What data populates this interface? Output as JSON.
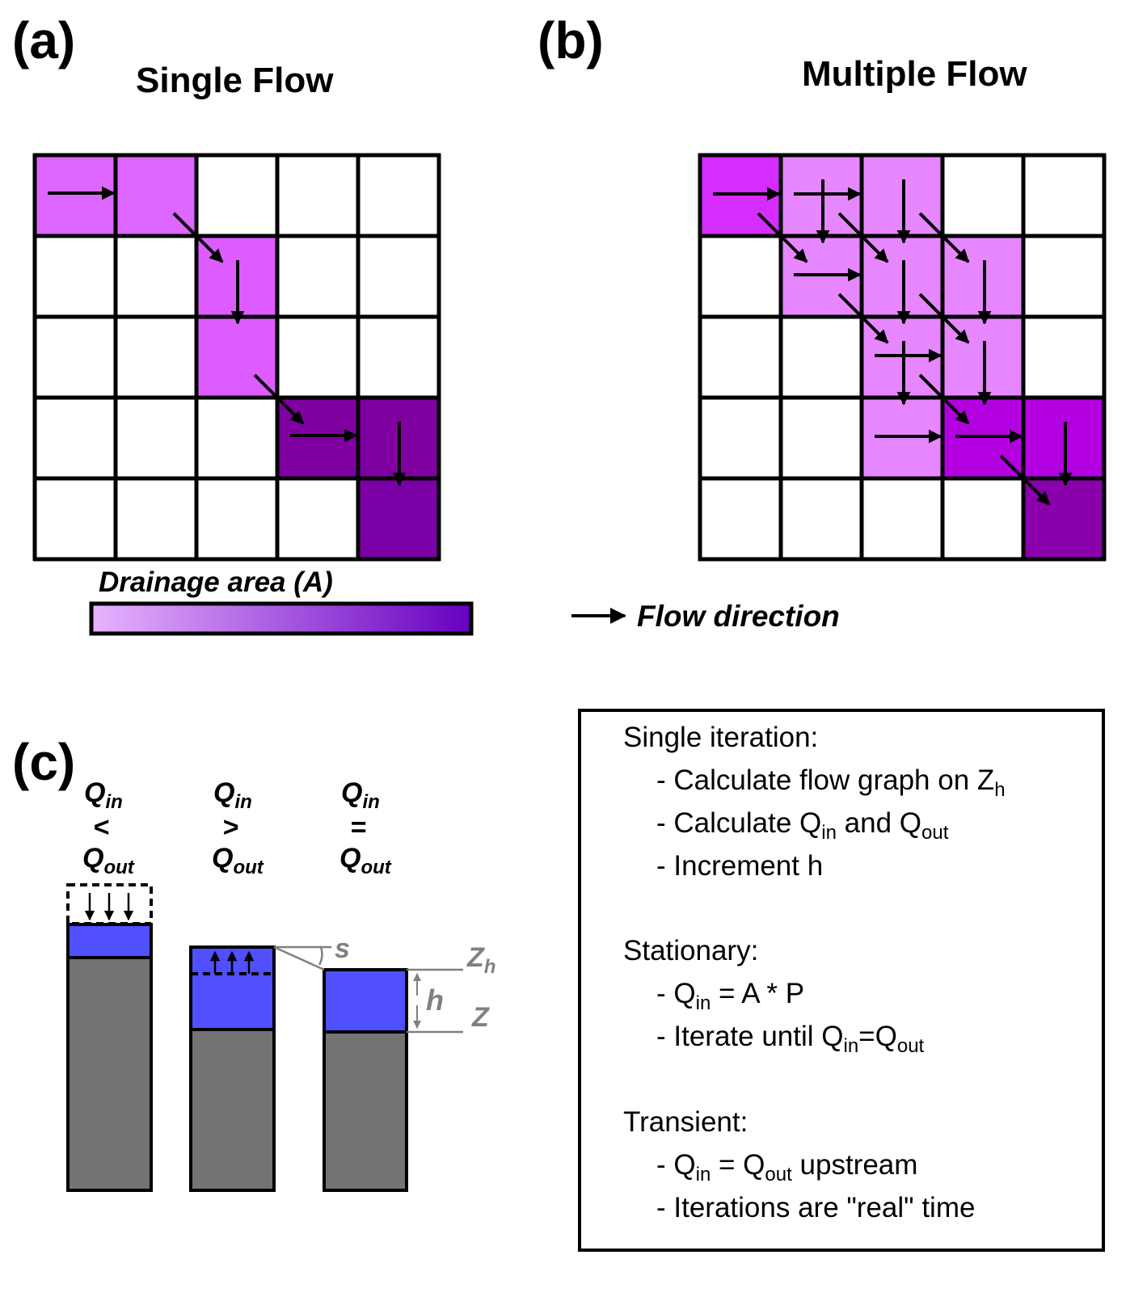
{
  "panel_a": {
    "label": "(a)",
    "title": "Single Flow",
    "cells": [
      {
        "r": 0,
        "c": 0,
        "fill": "#dc66ff"
      },
      {
        "r": 0,
        "c": 1,
        "fill": "#dc66ff"
      },
      {
        "r": 1,
        "c": 2,
        "fill": "#dc5cff"
      },
      {
        "r": 2,
        "c": 2,
        "fill": "#dc5cff"
      },
      {
        "r": 3,
        "c": 3,
        "fill": "#7f00a0"
      },
      {
        "r": 3,
        "c": 4,
        "fill": "#7f00a0"
      },
      {
        "r": 4,
        "c": 4,
        "fill": "#7a00a6"
      }
    ],
    "arrows": [
      {
        "from": [
          0,
          0
        ],
        "dir": "E"
      },
      {
        "from": [
          0,
          1
        ],
        "dir": "SE"
      },
      {
        "from": [
          1,
          2
        ],
        "dir": "S"
      },
      {
        "from": [
          2,
          2
        ],
        "dir": "SE"
      },
      {
        "from": [
          3,
          3
        ],
        "dir": "E"
      },
      {
        "from": [
          3,
          4
        ],
        "dir": "S"
      }
    ]
  },
  "panel_b": {
    "label": "(b)",
    "title": "Multiple Flow",
    "cells": [
      {
        "r": 0,
        "c": 0,
        "fill": "#d52cff"
      },
      {
        "r": 0,
        "c": 1,
        "fill": "#e687ff"
      },
      {
        "r": 0,
        "c": 2,
        "fill": "#e687ff"
      },
      {
        "r": 1,
        "c": 1,
        "fill": "#e687ff"
      },
      {
        "r": 1,
        "c": 2,
        "fill": "#e687ff"
      },
      {
        "r": 1,
        "c": 3,
        "fill": "#e687ff"
      },
      {
        "r": 2,
        "c": 2,
        "fill": "#e687ff"
      },
      {
        "r": 2,
        "c": 3,
        "fill": "#e687ff"
      },
      {
        "r": 3,
        "c": 2,
        "fill": "#e687ff"
      },
      {
        "r": 3,
        "c": 3,
        "fill": "#b300e0"
      },
      {
        "r": 3,
        "c": 4,
        "fill": "#b300e0"
      },
      {
        "r": 4,
        "c": 4,
        "fill": "#8a00ad"
      }
    ],
    "arrows": [
      {
        "from": [
          0,
          0
        ],
        "dir": "E"
      },
      {
        "from": [
          0,
          0
        ],
        "dir": "SE"
      },
      {
        "from": [
          0,
          1
        ],
        "dir": "E"
      },
      {
        "from": [
          0,
          1
        ],
        "dir": "S"
      },
      {
        "from": [
          0,
          1
        ],
        "dir": "SE"
      },
      {
        "from": [
          0,
          2
        ],
        "dir": "S"
      },
      {
        "from": [
          0,
          2
        ],
        "dir": "SE"
      },
      {
        "from": [
          1,
          1
        ],
        "dir": "E"
      },
      {
        "from": [
          1,
          1
        ],
        "dir": "SE"
      },
      {
        "from": [
          1,
          2
        ],
        "dir": "S"
      },
      {
        "from": [
          1,
          2
        ],
        "dir": "SE"
      },
      {
        "from": [
          1,
          3
        ],
        "dir": "S"
      },
      {
        "from": [
          2,
          2
        ],
        "dir": "E"
      },
      {
        "from": [
          2,
          2
        ],
        "dir": "S"
      },
      {
        "from": [
          2,
          2
        ],
        "dir": "SE"
      },
      {
        "from": [
          2,
          3
        ],
        "dir": "S"
      },
      {
        "from": [
          3,
          2
        ],
        "dir": "E"
      },
      {
        "from": [
          3,
          3
        ],
        "dir": "E"
      },
      {
        "from": [
          3,
          3
        ],
        "dir": "SE"
      },
      {
        "from": [
          3,
          4
        ],
        "dir": "S"
      }
    ]
  },
  "legend": {
    "drainage_label": "Drainage area (A)",
    "gradient_start": "#e8b4ff",
    "gradient_end": "#6600c0",
    "flow_label": "Flow direction"
  },
  "panel_c": {
    "label": "(c)",
    "q_in": "Q",
    "q_in_sub": "in",
    "q_out": "Q",
    "q_out_sub": "out",
    "columns": [
      {
        "symbol": "<"
      },
      {
        "symbol": ">"
      },
      {
        "symbol": "="
      }
    ],
    "s_label": "s",
    "zh_label": "Z",
    "zh_sub": "h",
    "h_label": "h",
    "z_label": "Z",
    "water_color": "#5050ff",
    "ground_color": "#737373",
    "annot_color": "#808080"
  },
  "box": {
    "single_title": "Single iteration:",
    "single_1_a": "- Calculate flow graph on Z",
    "single_1_sub": "h",
    "single_2_a": "- Calculate Q",
    "single_2_sub1": "in",
    "single_2_b": " and Q",
    "single_2_sub2": "out",
    "single_3": "- Increment h",
    "stationary_title": "Stationary:",
    "stat_1_a": "- Q",
    "stat_1_sub": "in",
    "stat_1_b": " = A * P",
    "stat_2_a": "- Iterate until Q",
    "stat_2_sub1": "in",
    "stat_2_b": "=Q",
    "stat_2_sub2": "out",
    "transient_title": "Transient:",
    "trans_1_a": "- Q",
    "trans_1_sub1": "in",
    "trans_1_b": " = Q",
    "trans_1_sub2": "out",
    "trans_1_c": " upstream",
    "trans_2": "- Iterations are \"real\" time"
  }
}
